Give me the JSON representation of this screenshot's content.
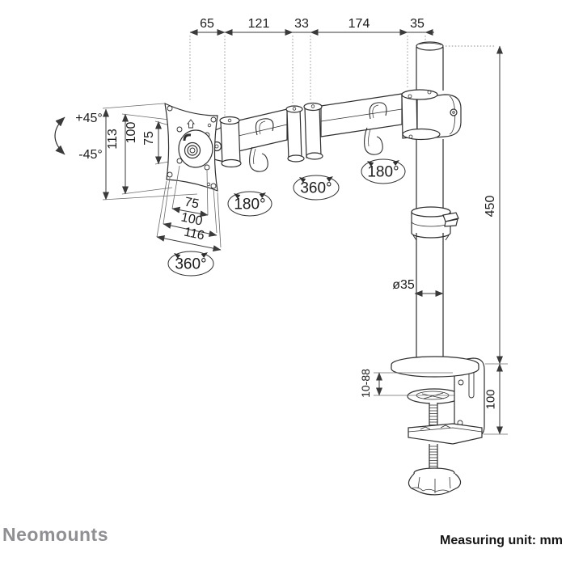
{
  "footer": {
    "brand": "Neomounts",
    "measuring_unit": "Measuring unit: mm"
  },
  "dims": {
    "top": [
      "65",
      "121",
      "33",
      "174",
      "35"
    ],
    "vesa_vertical": [
      "113",
      "100",
      "75"
    ],
    "vesa_horizontal": [
      "75",
      "100",
      "116"
    ],
    "pole_height": "450",
    "pole_diameter": "ø35",
    "desk_thickness_range": "10-88",
    "clamp_height": "100"
  },
  "rotations": {
    "tilt_up": "+45°",
    "tilt_down": "-45°",
    "vesa_swivel": "360°",
    "arm_joint_plate": "180°",
    "arm_joint_middle": "360°",
    "arm_joint_pole": "180°"
  },
  "colors": {
    "line": "#2f2f2f",
    "dimension": "#3a3a3a",
    "extension": "#8a8a8a",
    "text": "#1c1c1c",
    "logo_gray": "#8f8f94",
    "background": "#ffffff"
  }
}
